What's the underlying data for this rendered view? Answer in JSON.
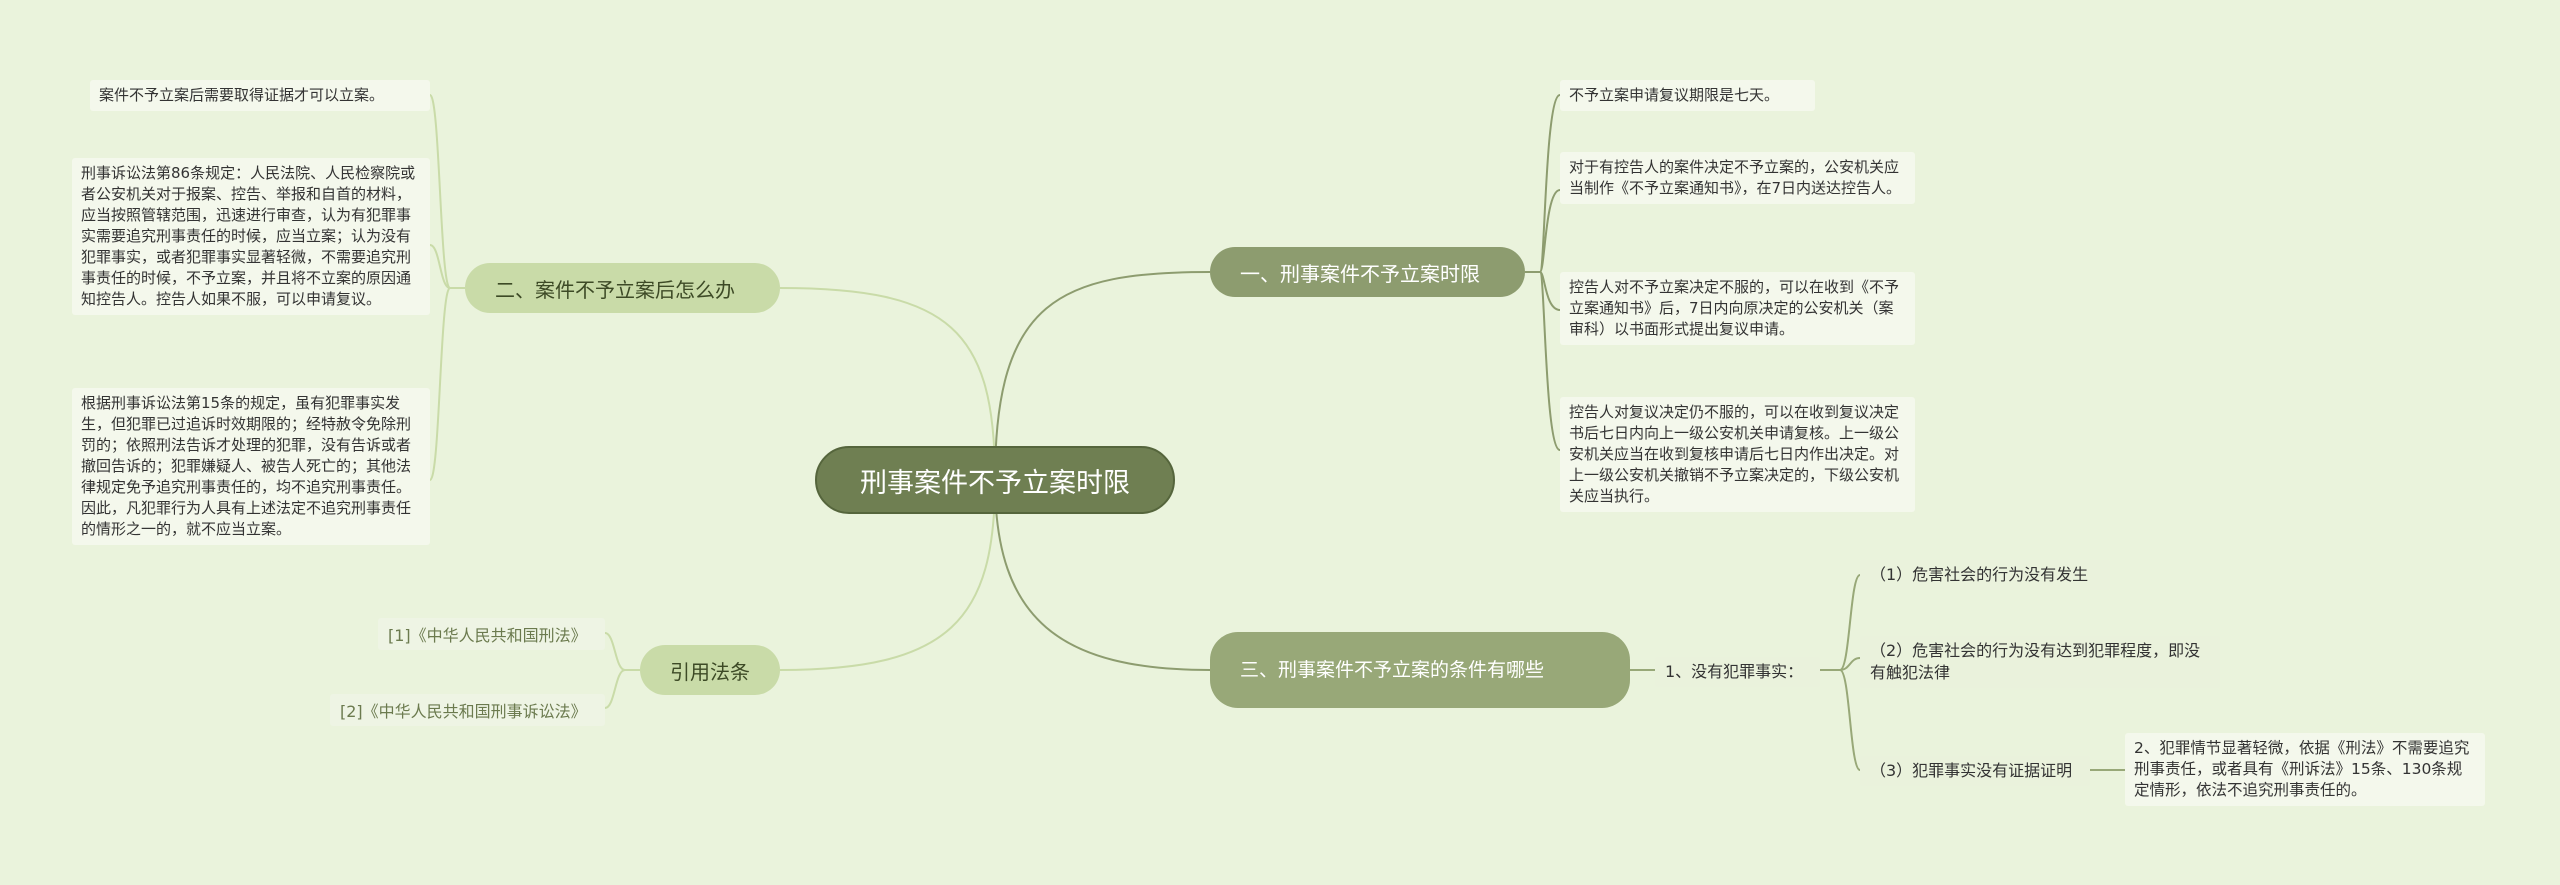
{
  "root": "刑事案件不予立案时限",
  "branch1": {
    "label": "一、刑事案件不予立案时限",
    "leaves": [
      "不予立案申请复议期限是七天。",
      "对于有控告人的案件决定不予立案的，公安机关应当制作《不予立案通知书》，在7日内送达控告人。",
      "控告人对不予立案决定不服的，可以在收到《不予立案通知书》后，7日内向原决定的公安机关（案审科）以书面形式提出复议申请。",
      "控告人对复议决定仍不服的，可以在收到复议决定书后七日内向上一级公安机关申请复核。上一级公安机关应当在收到复核申请后七日内作出决定。对上一级公安机关撤销不予立案决定的，下级公安机关应当执行。"
    ]
  },
  "branch2": {
    "label": "二、案件不予立案后怎么办",
    "leaves": [
      "案件不予立案后需要取得证据才可以立案。",
      "刑事诉讼法第86条规定：人民法院、人民检察院或者公安机关对于报案、控告、举报和自首的材料，应当按照管辖范围，迅速进行审查，认为有犯罪事实需要追究刑事责任的时候，应当立案；认为没有犯罪事实，或者犯罪事实显著轻微，不需要追究刑事责任的时候，不予立案，并且将不立案的原因通知控告人。控告人如果不服，可以申请复议。",
      "根据刑事诉讼法第15条的规定，虽有犯罪事实发生，但犯罪已过追诉时效期限的；经特赦令免除刑罚的；依照刑法告诉才处理的犯罪，没有告诉或者撤回告诉的；犯罪嫌疑人、被告人死亡的；其他法律规定免予追究刑事责任的，均不追究刑事责任。因此，凡犯罪行为人具有上述法定不追究刑事责任的情形之一的，就不应当立案。"
    ]
  },
  "branch3": {
    "label": "三、刑事案件不予立案的条件有哪些",
    "sub": "1、没有犯罪事实：",
    "items": [
      "（1）危害社会的行为没有发生",
      "（2）危害社会的行为没有达到犯罪程度，即没有触犯法律",
      "（3）犯罪事实没有证据证明"
    ],
    "detail": "2、犯罪情节显著轻微，依据《刑法》不需要追究刑事责任，或者具有《刑诉法》15条、130条规定情形，依法不追究刑事责任的。"
  },
  "branch4": {
    "label": "引用法条",
    "refs": [
      "[1]《中华人民共和国刑法》",
      "[2]《中华人民共和国刑事诉讼法》"
    ]
  }
}
